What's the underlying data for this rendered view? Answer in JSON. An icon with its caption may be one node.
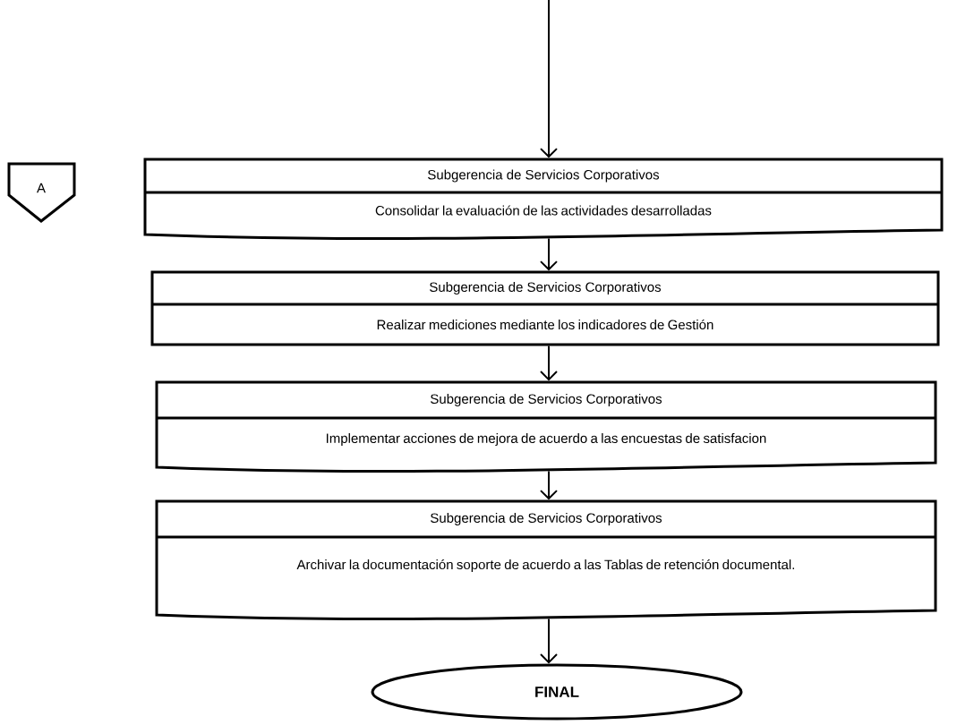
{
  "diagram": {
    "nodes": [
      {
        "text": [
          "A"
        ]
      },
      {
        "text": [
          "Subgerencia de Servicios Corporativos",
          "Consolidar la evaluación de las actividades desarrolladas"
        ]
      },
      {
        "text": [
          "Subgerencia de Servicios Corporativos",
          "Realizar mediciones mediante los indicadores de Gestión"
        ]
      },
      {
        "text": [
          "Subgerencia de Servicios Corporativos",
          "Implementar acciones de mejora de acuerdo a las encuestas de satisfacion"
        ]
      },
      {
        "text": [
          "Subgerencia de Servicios Corporativos",
          "Archivar la documentación soporte de acuerdo a las Tablas de retención documental."
        ]
      },
      {
        "text": [
          "FINAL"
        ]
      }
    ],
    "edges": [
      {
        "from": null,
        "to": 1,
        "arrow": "to"
      },
      {
        "from": 1,
        "to": 2,
        "arrow": "to"
      },
      {
        "from": 2,
        "to": 3,
        "arrow": "to"
      },
      {
        "from": 3,
        "to": 4,
        "arrow": "to"
      },
      {
        "from": 4,
        "to": 5,
        "arrow": "to"
      }
    ]
  }
}
